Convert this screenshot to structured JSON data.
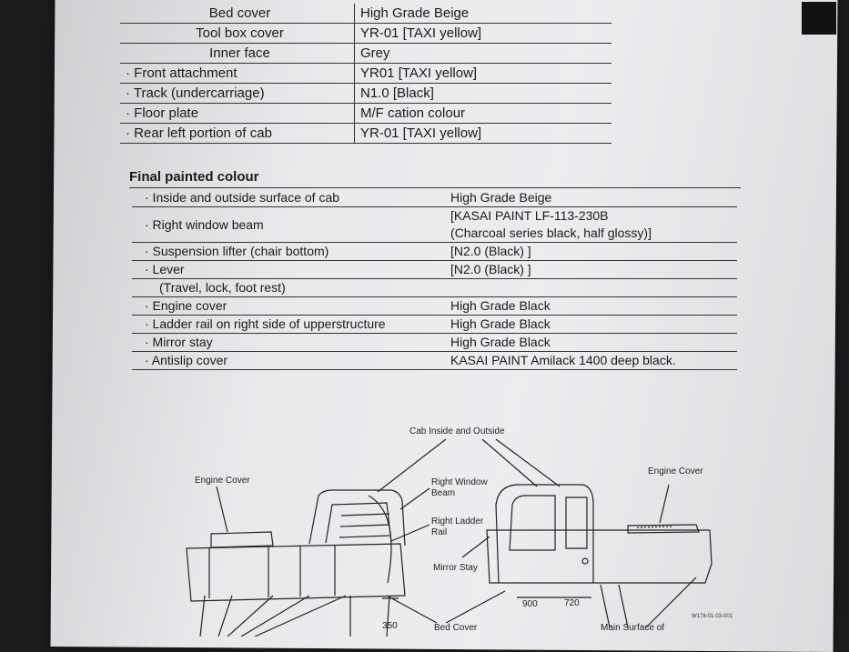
{
  "top_table": [
    {
      "part": "Bed cover",
      "colour": "High Grade Beige",
      "bullet": false
    },
    {
      "part": "Tool box cover",
      "colour": "YR-01 [TAXI yellow]",
      "bullet": false
    },
    {
      "part": "Inner face",
      "colour": "Grey",
      "bullet": false
    },
    {
      "part": "Front attachment",
      "colour": "YR01 [TAXI yellow]",
      "bullet": true
    },
    {
      "part": "Track (undercarriage)",
      "colour": "N1.0 [Black]",
      "bullet": true
    },
    {
      "part": "Floor plate",
      "colour": "M/F cation colour",
      "bullet": true
    },
    {
      "part": "Rear left portion of cab",
      "colour": "YR-01 [TAXI yellow]",
      "bullet": true
    }
  ],
  "final_section": {
    "title": "Final painted colour",
    "rows": [
      {
        "part": "· Inside and outside surface of cab",
        "colour_lines": [
          "High Grade Beige"
        ]
      },
      {
        "part": "· Right window beam",
        "colour_lines": [
          "[KASAI PAINT LF-113-230B",
          "(Charcoal series black, half glossy)]"
        ]
      },
      {
        "part": "· Suspension lifter (chair bottom)",
        "colour_lines": [
          "[N2.0 (Black) ]"
        ]
      },
      {
        "part": "· Lever",
        "colour_lines": [
          "[N2.0 (Black) ]"
        ]
      },
      {
        "part": "(Travel, lock, foot rest)",
        "colour_lines": [
          ""
        ]
      },
      {
        "part": "· Engine cover",
        "colour_lines": [
          "High Grade Black"
        ]
      },
      {
        "part": "· Ladder rail on right side of upperstructure",
        "colour_lines": [
          "High Grade Black"
        ]
      },
      {
        "part": "· Mirror stay",
        "colour_lines": [
          "High Grade Black"
        ]
      },
      {
        "part": "· Antislip cover",
        "colour_lines": [
          "KASAI PAINT Amilack 1400 deep black."
        ]
      }
    ]
  },
  "diagram": {
    "labels": {
      "cab_inside_outside": "Cab Inside and Outside",
      "engine_cover_left": "Engine Cover",
      "engine_cover_right": "Engine Cover",
      "right_window_beam_1": "Right Window",
      "right_window_beam_2": "Beam",
      "right_ladder_rail_1": "Right Ladder",
      "right_ladder_rail_2": "Rail",
      "mirror_stay": "Mirror Stay",
      "dim_350": "350",
      "dim_900": "900",
      "dim_720": "720",
      "bed_cover": "Bed Cover",
      "main_surface": "Main Surface of",
      "figure_code": "W178-01-03-001"
    }
  }
}
